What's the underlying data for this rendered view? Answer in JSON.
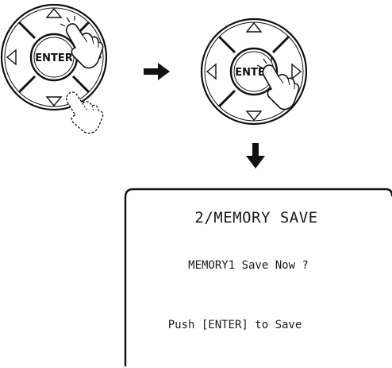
{
  "remote_left": {
    "center_button_label": "ENTER",
    "pressed_arrow": "up",
    "second_press_arrow": "down"
  },
  "remote_right": {
    "center_button_label": "ENTER",
    "pressed_button": "enter"
  },
  "display": {
    "title": "2/MEMORY SAVE",
    "line1": "MEMORY1 Save Now ?",
    "line2": "Push [ENTER] to Save"
  },
  "icons": {
    "flow_right": "arrow-right-icon",
    "flow_down": "arrow-down-icon",
    "finger": "hand-pointer-icon",
    "finger_ghost": "hand-pointer-dashed-icon"
  },
  "colors": {
    "ink": "#111111",
    "ring": "#ffffff",
    "background": "#ffffff"
  }
}
